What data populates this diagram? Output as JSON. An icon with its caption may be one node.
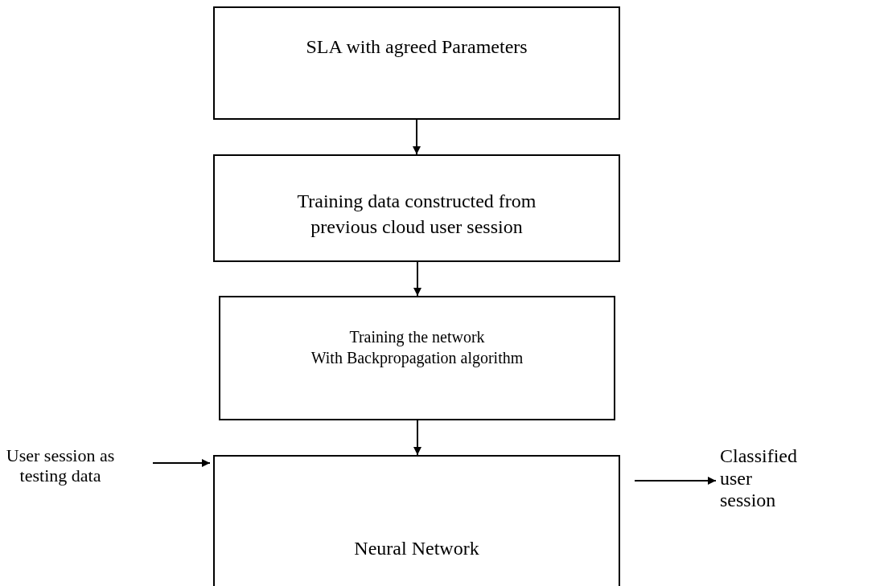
{
  "diagram": {
    "nodes": [
      {
        "text": [
          "SLA with agreed Parameters"
        ]
      },
      {
        "text": [
          "Training data constructed from previous cloud user session"
        ]
      },
      {
        "text": [
          "Training the network",
          "With Backpropagation algorithm"
        ]
      },
      {
        "text": [
          "Neural Network"
        ]
      },
      {
        "text": [
          "User session as testing data"
        ]
      },
      {
        "text": [
          "Classified user session"
        ]
      }
    ],
    "edges": [
      {
        "from": 0,
        "to": 1,
        "arrow": "to"
      },
      {
        "from": 1,
        "to": 2,
        "arrow": "to"
      },
      {
        "from": 2,
        "to": 3,
        "arrow": "to"
      },
      {
        "from": 4,
        "to": 3,
        "arrow": "to"
      },
      {
        "from": 3,
        "to": 5,
        "arrow": "to"
      }
    ]
  }
}
